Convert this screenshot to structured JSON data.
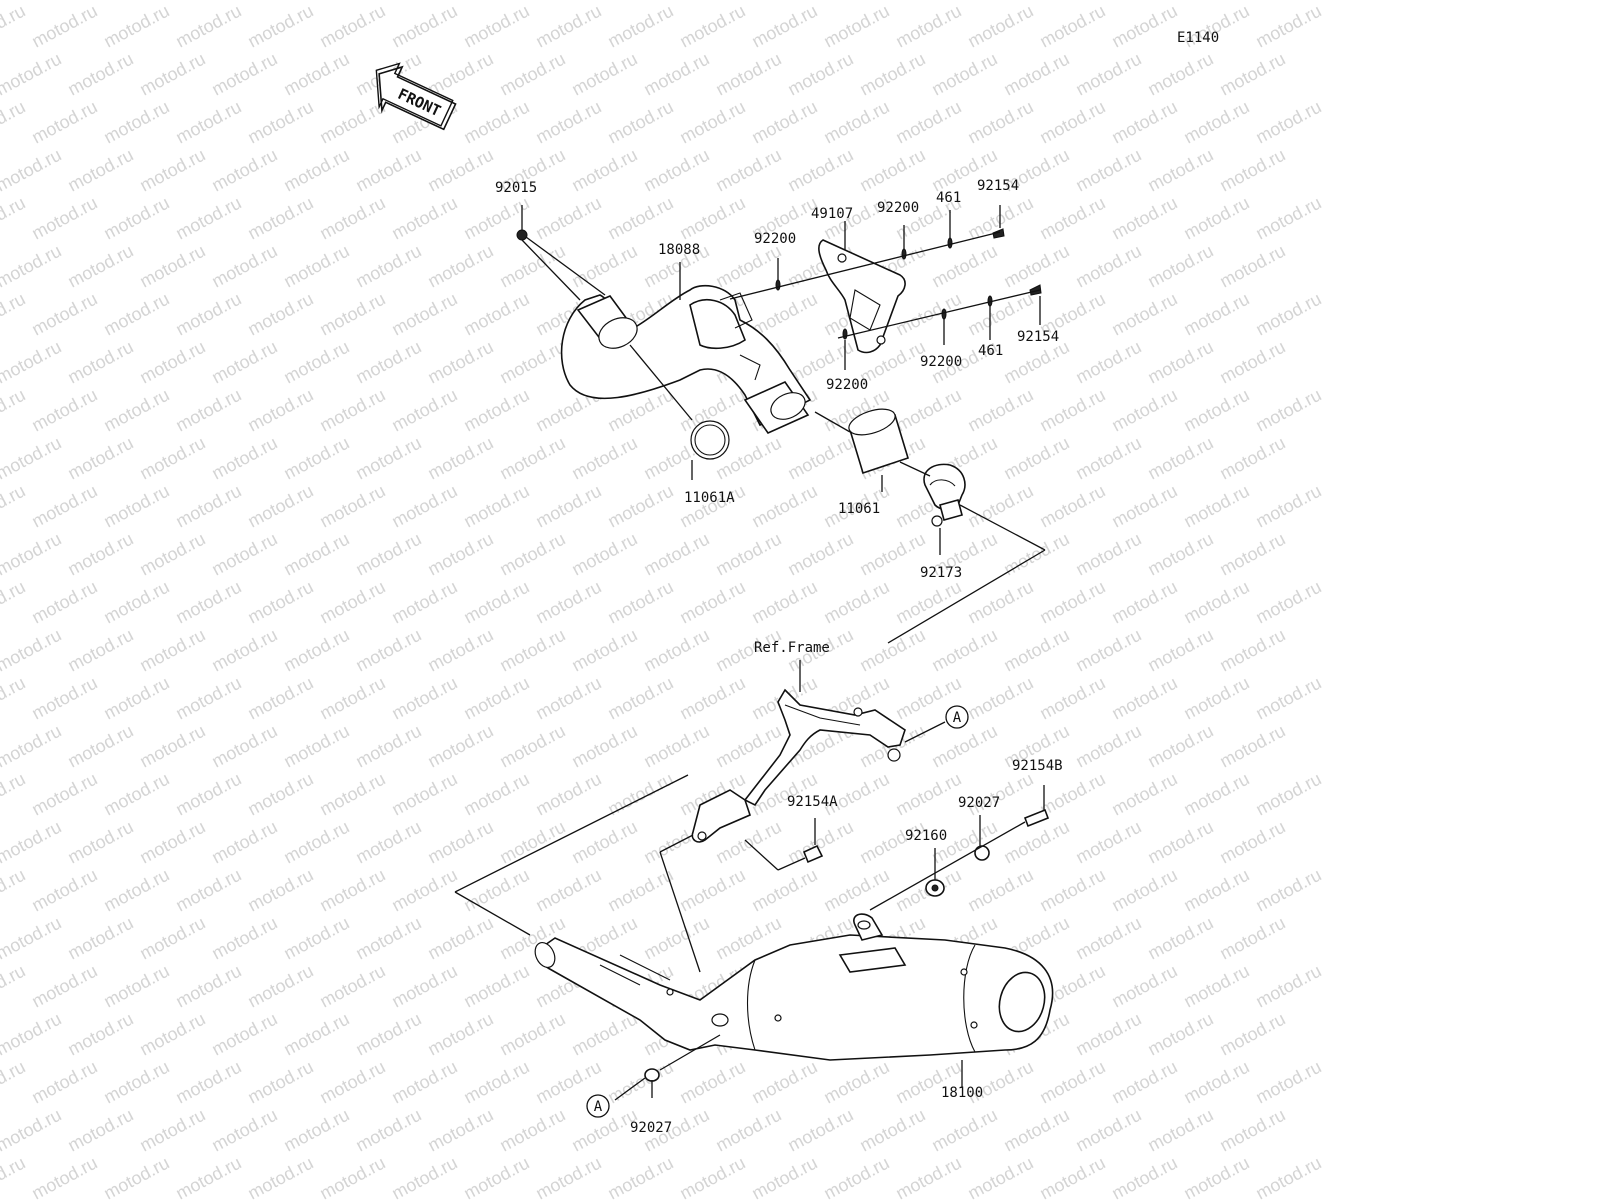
{
  "diagram_code": "E1140",
  "direction_label": "FRONT",
  "watermark_text": "motod.ru",
  "ref_frame_label": "Ref.Frame",
  "ref_marker": "A",
  "parts": [
    {
      "id": "p92015",
      "number": "92015"
    },
    {
      "id": "p18088",
      "number": "18088"
    },
    {
      "id": "p92200_a",
      "number": "92200"
    },
    {
      "id": "p49107",
      "number": "49107"
    },
    {
      "id": "p92200_b",
      "number": "92200"
    },
    {
      "id": "p461_a",
      "number": "461"
    },
    {
      "id": "p92154_a",
      "number": "92154"
    },
    {
      "id": "p92154_b",
      "number": "92154"
    },
    {
      "id": "p461_b",
      "number": "461"
    },
    {
      "id": "p92200_c",
      "number": "92200"
    },
    {
      "id": "p92200_d",
      "number": "92200"
    },
    {
      "id": "p11061A",
      "number": "11061A"
    },
    {
      "id": "p11061",
      "number": "11061"
    },
    {
      "id": "p92173",
      "number": "92173"
    },
    {
      "id": "p92154B",
      "number": "92154B"
    },
    {
      "id": "p92027_a",
      "number": "92027"
    },
    {
      "id": "p92154A",
      "number": "92154A"
    },
    {
      "id": "p92160",
      "number": "92160"
    },
    {
      "id": "p18100",
      "number": "18100"
    },
    {
      "id": "p92027_b",
      "number": "92027"
    }
  ]
}
